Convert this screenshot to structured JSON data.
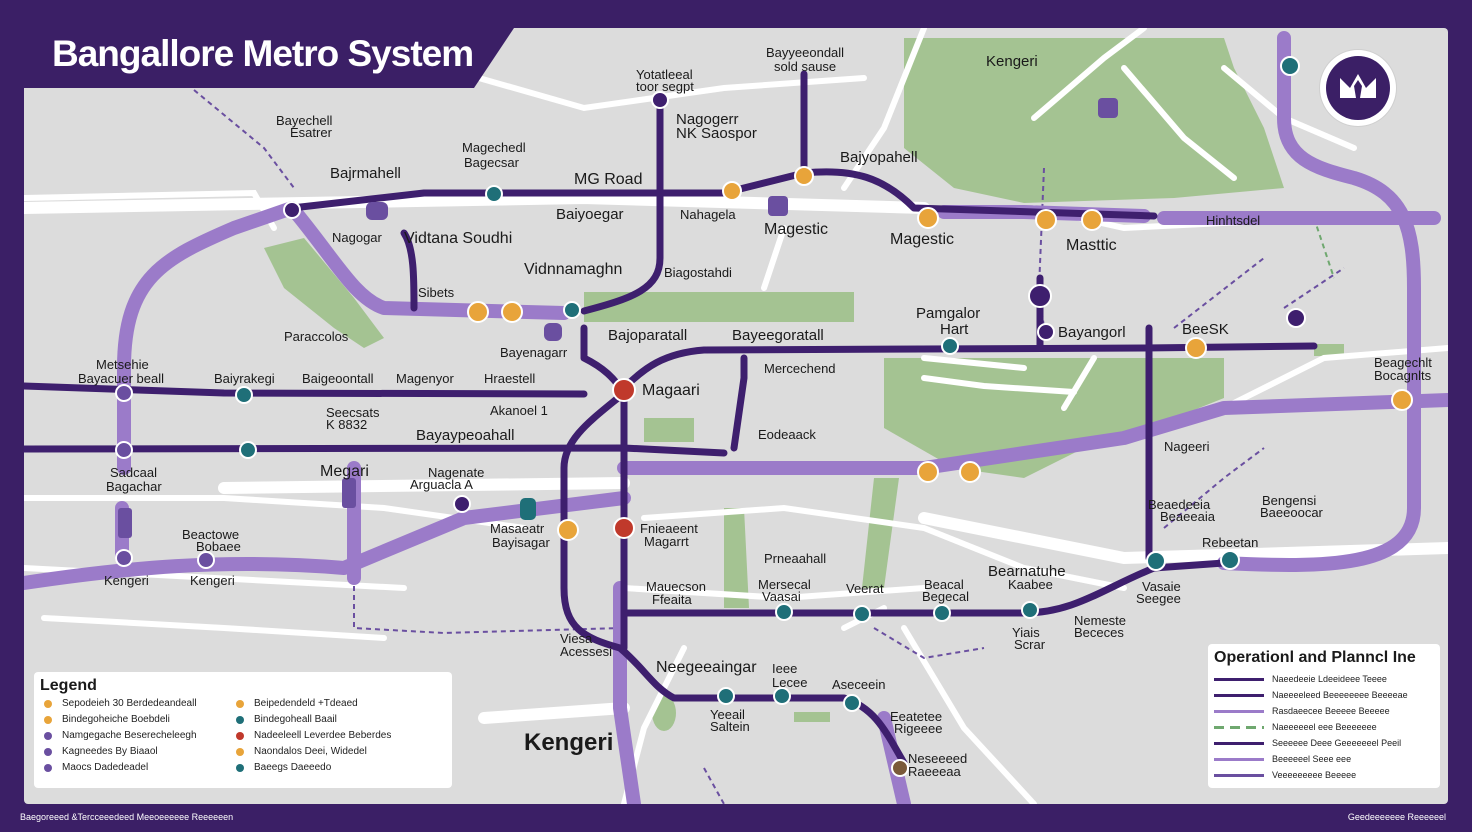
{
  "title": "Bangallore Metro System",
  "colors": {
    "frame": "#3b1f66",
    "line_dark": "#3e1f6e",
    "line_light": "#9b7bc9",
    "park": "#a4c392",
    "road": "#ffffff",
    "station_orange": "#e8a43a",
    "station_teal": "#1f6f78",
    "station_red": "#c0392b"
  },
  "icons": [
    "crown-logo-icon",
    "station-marker-icon",
    "hospital-marker-icon"
  ],
  "labels": [
    {
      "id": "kengeri-top",
      "text": "Kengeri",
      "size": "m"
    },
    {
      "id": "bayeeondall",
      "text": "Bayyeeondall",
      "size": "s"
    },
    {
      "id": "bayeeondall-sub",
      "text": "sold sause",
      "size": "s"
    },
    {
      "id": "yotatleeal",
      "text": "Yotatleeal",
      "size": "s"
    },
    {
      "id": "yotatleeal-sub",
      "text": "toor segpt",
      "size": "s"
    },
    {
      "id": "nagogerr",
      "text": "Nagogerr",
      "size": "m"
    },
    {
      "id": "nk-saospor",
      "text": "NK Saospor",
      "size": "m"
    },
    {
      "id": "bayechell",
      "text": "Bayechell",
      "size": "s"
    },
    {
      "id": "bayechell-sub",
      "text": "Esatrer",
      "size": "s"
    },
    {
      "id": "magechedl",
      "text": "Magechedl",
      "size": "s"
    },
    {
      "id": "bagecsar",
      "text": "Bagecsar",
      "size": "s"
    },
    {
      "id": "bajyopahell-top",
      "text": "Bajyopahell",
      "size": "m"
    },
    {
      "id": "mg-road",
      "text": "MG Road",
      "size": "l"
    },
    {
      "id": "bajrmahell",
      "text": "Bajrmahell",
      "size": "m"
    },
    {
      "id": "baiyoegar",
      "text": "Baiyoegar",
      "size": "m"
    },
    {
      "id": "nahagela",
      "text": "Nahagela",
      "size": "s"
    },
    {
      "id": "magestic-top",
      "text": "Magestic",
      "size": "l"
    },
    {
      "id": "magestic-mid",
      "text": "Magestic",
      "size": "l"
    },
    {
      "id": "masttic",
      "text": "Masttic",
      "size": "l"
    },
    {
      "id": "hinhtsdel",
      "text": "Hinhtsdel",
      "size": "s"
    },
    {
      "id": "nagogar",
      "text": "Nagogar",
      "size": "s"
    },
    {
      "id": "vidtana-soudhi",
      "text": "Vidtana Soudhi",
      "size": "l"
    },
    {
      "id": "vidnnamaghn",
      "text": "Vidnnamaghn",
      "size": "l"
    },
    {
      "id": "biagostahdi",
      "text": "Biagostahdi",
      "size": "s"
    },
    {
      "id": "sibets",
      "text": "Sibets",
      "size": "s"
    },
    {
      "id": "paraccolos",
      "text": "Paraccolos",
      "size": "s"
    },
    {
      "id": "bajoparatall",
      "text": "Bajoparatall",
      "size": "m"
    },
    {
      "id": "bayeegoratall",
      "text": "Bayeegoratall",
      "size": "m"
    },
    {
      "id": "pamgalor",
      "text": "Pamgalor",
      "size": "m"
    },
    {
      "id": "pamgalor-sub",
      "text": "Hart",
      "size": "m"
    },
    {
      "id": "bayangorl",
      "text": "Bayangorl",
      "size": "m"
    },
    {
      "id": "beesik",
      "text": "BeeSK",
      "size": "m"
    },
    {
      "id": "bayenagarr",
      "text": "Bayenagarr",
      "size": "s"
    },
    {
      "id": "metsehie",
      "text": "Metsehie",
      "size": "s"
    },
    {
      "id": "bayacuer-beall",
      "text": "Bayacuer beall",
      "size": "s"
    },
    {
      "id": "baiyrakegi",
      "text": "Baiyrakegi",
      "size": "s"
    },
    {
      "id": "baigeoontall",
      "text": "Baigeoontall",
      "size": "s"
    },
    {
      "id": "magenyor",
      "text": "Magenyor",
      "size": "s"
    },
    {
      "id": "hraestell",
      "text": "Hraestell",
      "size": "s"
    },
    {
      "id": "magaari",
      "text": "Magaari",
      "size": "l"
    },
    {
      "id": "mercechend",
      "text": "Mercechend",
      "size": "s"
    },
    {
      "id": "beagechlt",
      "text": "Beagechlt",
      "size": "s"
    },
    {
      "id": "beagechlt-sub",
      "text": "Bocagnlts",
      "size": "s"
    },
    {
      "id": "seecsats",
      "text": "Seecsats",
      "size": "s"
    },
    {
      "id": "seecsats-sub",
      "text": "K 8832",
      "size": "s"
    },
    {
      "id": "akanoel",
      "text": "Akanoel 1",
      "size": "s"
    },
    {
      "id": "bayaypeoahall",
      "text": "Bayaypeoahall",
      "size": "m"
    },
    {
      "id": "eodeaack",
      "text": "Eodeaack",
      "size": "s"
    },
    {
      "id": "sadcaal",
      "text": "Sadcaal",
      "size": "s"
    },
    {
      "id": "sadcaal-sub",
      "text": "Bagachar",
      "size": "s"
    },
    {
      "id": "megari",
      "text": "Megari",
      "size": "l"
    },
    {
      "id": "nagenate",
      "text": "Nagenate",
      "size": "s"
    },
    {
      "id": "nagenate-sub",
      "text": "Arguacla A",
      "size": "s"
    },
    {
      "id": "nageeri",
      "text": "Nageeri",
      "size": "s"
    },
    {
      "id": "bengensi",
      "text": "Bengensi",
      "size": "s"
    },
    {
      "id": "bengensi-sub",
      "text": "Baeeoocar",
      "size": "s"
    },
    {
      "id": "beactowe",
      "text": "Beactowe",
      "size": "s"
    },
    {
      "id": "beactowe-sub",
      "text": "Bobaee",
      "size": "s"
    },
    {
      "id": "masaeatr",
      "text": "Masaeatr",
      "size": "s"
    },
    {
      "id": "masaeatr-sub",
      "text": "Bayisagar",
      "size": "s"
    },
    {
      "id": "frieaeent",
      "text": "Fnieaeent",
      "size": "s"
    },
    {
      "id": "frieaeent-sub",
      "text": "Magarrt",
      "size": "s"
    },
    {
      "id": "prneaahall",
      "text": "Prneaahall",
      "size": "s"
    },
    {
      "id": "rebeetan",
      "text": "Rebeetan",
      "size": "s"
    },
    {
      "id": "kengeri-l1",
      "text": "Kengeri",
      "size": "s"
    },
    {
      "id": "kengeri-l2",
      "text": "Kengeri",
      "size": "s"
    },
    {
      "id": "mauecson",
      "text": "Mauecson",
      "size": "s"
    },
    {
      "id": "mauecson-sub",
      "text": "Ffeaita",
      "size": "s"
    },
    {
      "id": "mersecal",
      "text": "Mersecal",
      "size": "s"
    },
    {
      "id": "mersecal-sub",
      "text": "Vaasai",
      "size": "s"
    },
    {
      "id": "veerat",
      "text": "Veerat",
      "size": "s"
    },
    {
      "id": "beacal",
      "text": "Beacal",
      "size": "s"
    },
    {
      "id": "beacal-sub",
      "text": "Begecal",
      "size": "s"
    },
    {
      "id": "bearnatuhe",
      "text": "Bearnatuhe",
      "size": "m"
    },
    {
      "id": "bearnatuhe-sub",
      "text": "Kaabee",
      "size": "s"
    },
    {
      "id": "vasaie",
      "text": "Vasaie",
      "size": "s"
    },
    {
      "id": "vasaie-sub",
      "text": "Seegee",
      "size": "s"
    },
    {
      "id": "yiais",
      "text": "Yiais",
      "size": "s"
    },
    {
      "id": "yiais-sub",
      "text": "Scrar",
      "size": "s"
    },
    {
      "id": "nemeste",
      "text": "Nemeste",
      "size": "s"
    },
    {
      "id": "nemeste-sub",
      "text": "Bececes",
      "size": "s"
    },
    {
      "id": "viesa",
      "text": "Viesa",
      "size": "s"
    },
    {
      "id": "viesa-sub",
      "text": "Acessesi",
      "size": "s"
    },
    {
      "id": "neegeeaingar",
      "text": "Neegeeaingar",
      "size": "l"
    },
    {
      "id": "ieee",
      "text": "Ieee",
      "size": "s"
    },
    {
      "id": "ieee-sub",
      "text": "Lecee",
      "size": "s"
    },
    {
      "id": "aseceein",
      "text": "Aseceein",
      "size": "s"
    },
    {
      "id": "yeeail",
      "text": "Yeeail",
      "size": "s"
    },
    {
      "id": "yeeail-sub",
      "text": "Saltein",
      "size": "s"
    },
    {
      "id": "eeatetee",
      "text": "Eeatetee",
      "size": "s"
    },
    {
      "id": "eeatetee-sub",
      "text": "Rigeeee",
      "size": "s"
    },
    {
      "id": "neseeeed",
      "text": "Neseeeed",
      "size": "s"
    },
    {
      "id": "neseeeed-sub",
      "text": "Raeeeaa",
      "size": "s"
    },
    {
      "id": "kengeri-big",
      "text": "Kengeri",
      "size": "xl"
    },
    {
      "id": "beaedeeia",
      "text": "Beaedeeia",
      "size": "s"
    },
    {
      "id": "beaedeeia-sub",
      "text": "Beaeeaia",
      "size": "s"
    }
  ],
  "legend": {
    "title": "Legend",
    "items": [
      {
        "text": "Sepodeieh 30 Berdedeandeall",
        "color": "#e8a43a"
      },
      {
        "text": "Bindegoheiche Boebdeli",
        "color": "#e8a43a"
      },
      {
        "text": "Namgegache Beserecheleegh",
        "color": "#6a4fa0"
      },
      {
        "text": "Kagneedes By Biaaol",
        "color": "#6a4fa0"
      },
      {
        "text": "Maocs Dadedeadel",
        "color": "#6a4fa0"
      },
      {
        "text": "Beipedendeld +Tdeaed",
        "color": "#e8a43a"
      },
      {
        "text": "Bindegoheall Baail",
        "color": "#1f6f78"
      },
      {
        "text": "Nadeeleell Leverdee Beberdes",
        "color": "#c0392b"
      },
      {
        "text": "Naondalos Deei, Widedel",
        "color": "#e8a43a"
      },
      {
        "text": "Baeegs Daeeedo",
        "color": "#1f6f78"
      }
    ]
  },
  "operational": {
    "title": "Operationl and Planncl Ine",
    "items": [
      {
        "text": "Naeedeeie Ldeeideee Teeee",
        "style": "solid-dark"
      },
      {
        "text": "Naeeeeleed Beeeeeeee Beeeeae",
        "style": "solid-dark"
      },
      {
        "text": "Rasdaeecee Beeeee Beeeee",
        "style": "solid-light"
      },
      {
        "text": "Naeeeeeel eee Beeeeeee",
        "style": "dashed-green"
      },
      {
        "text": "Seeeeee Deee Geeeeeeel Peeil",
        "style": "solid-dark"
      },
      {
        "text": "Beeeeeel Seee eee",
        "style": "solid-light"
      },
      {
        "text": "Veeeeeeeee Beeeee",
        "style": "solid-mid"
      }
    ]
  },
  "footer": {
    "left": "Baegoreeed &Tercceeedeed Meeoeeeeee Reeeeeen",
    "right": "Geedeeeeeee Reeeeeel"
  }
}
